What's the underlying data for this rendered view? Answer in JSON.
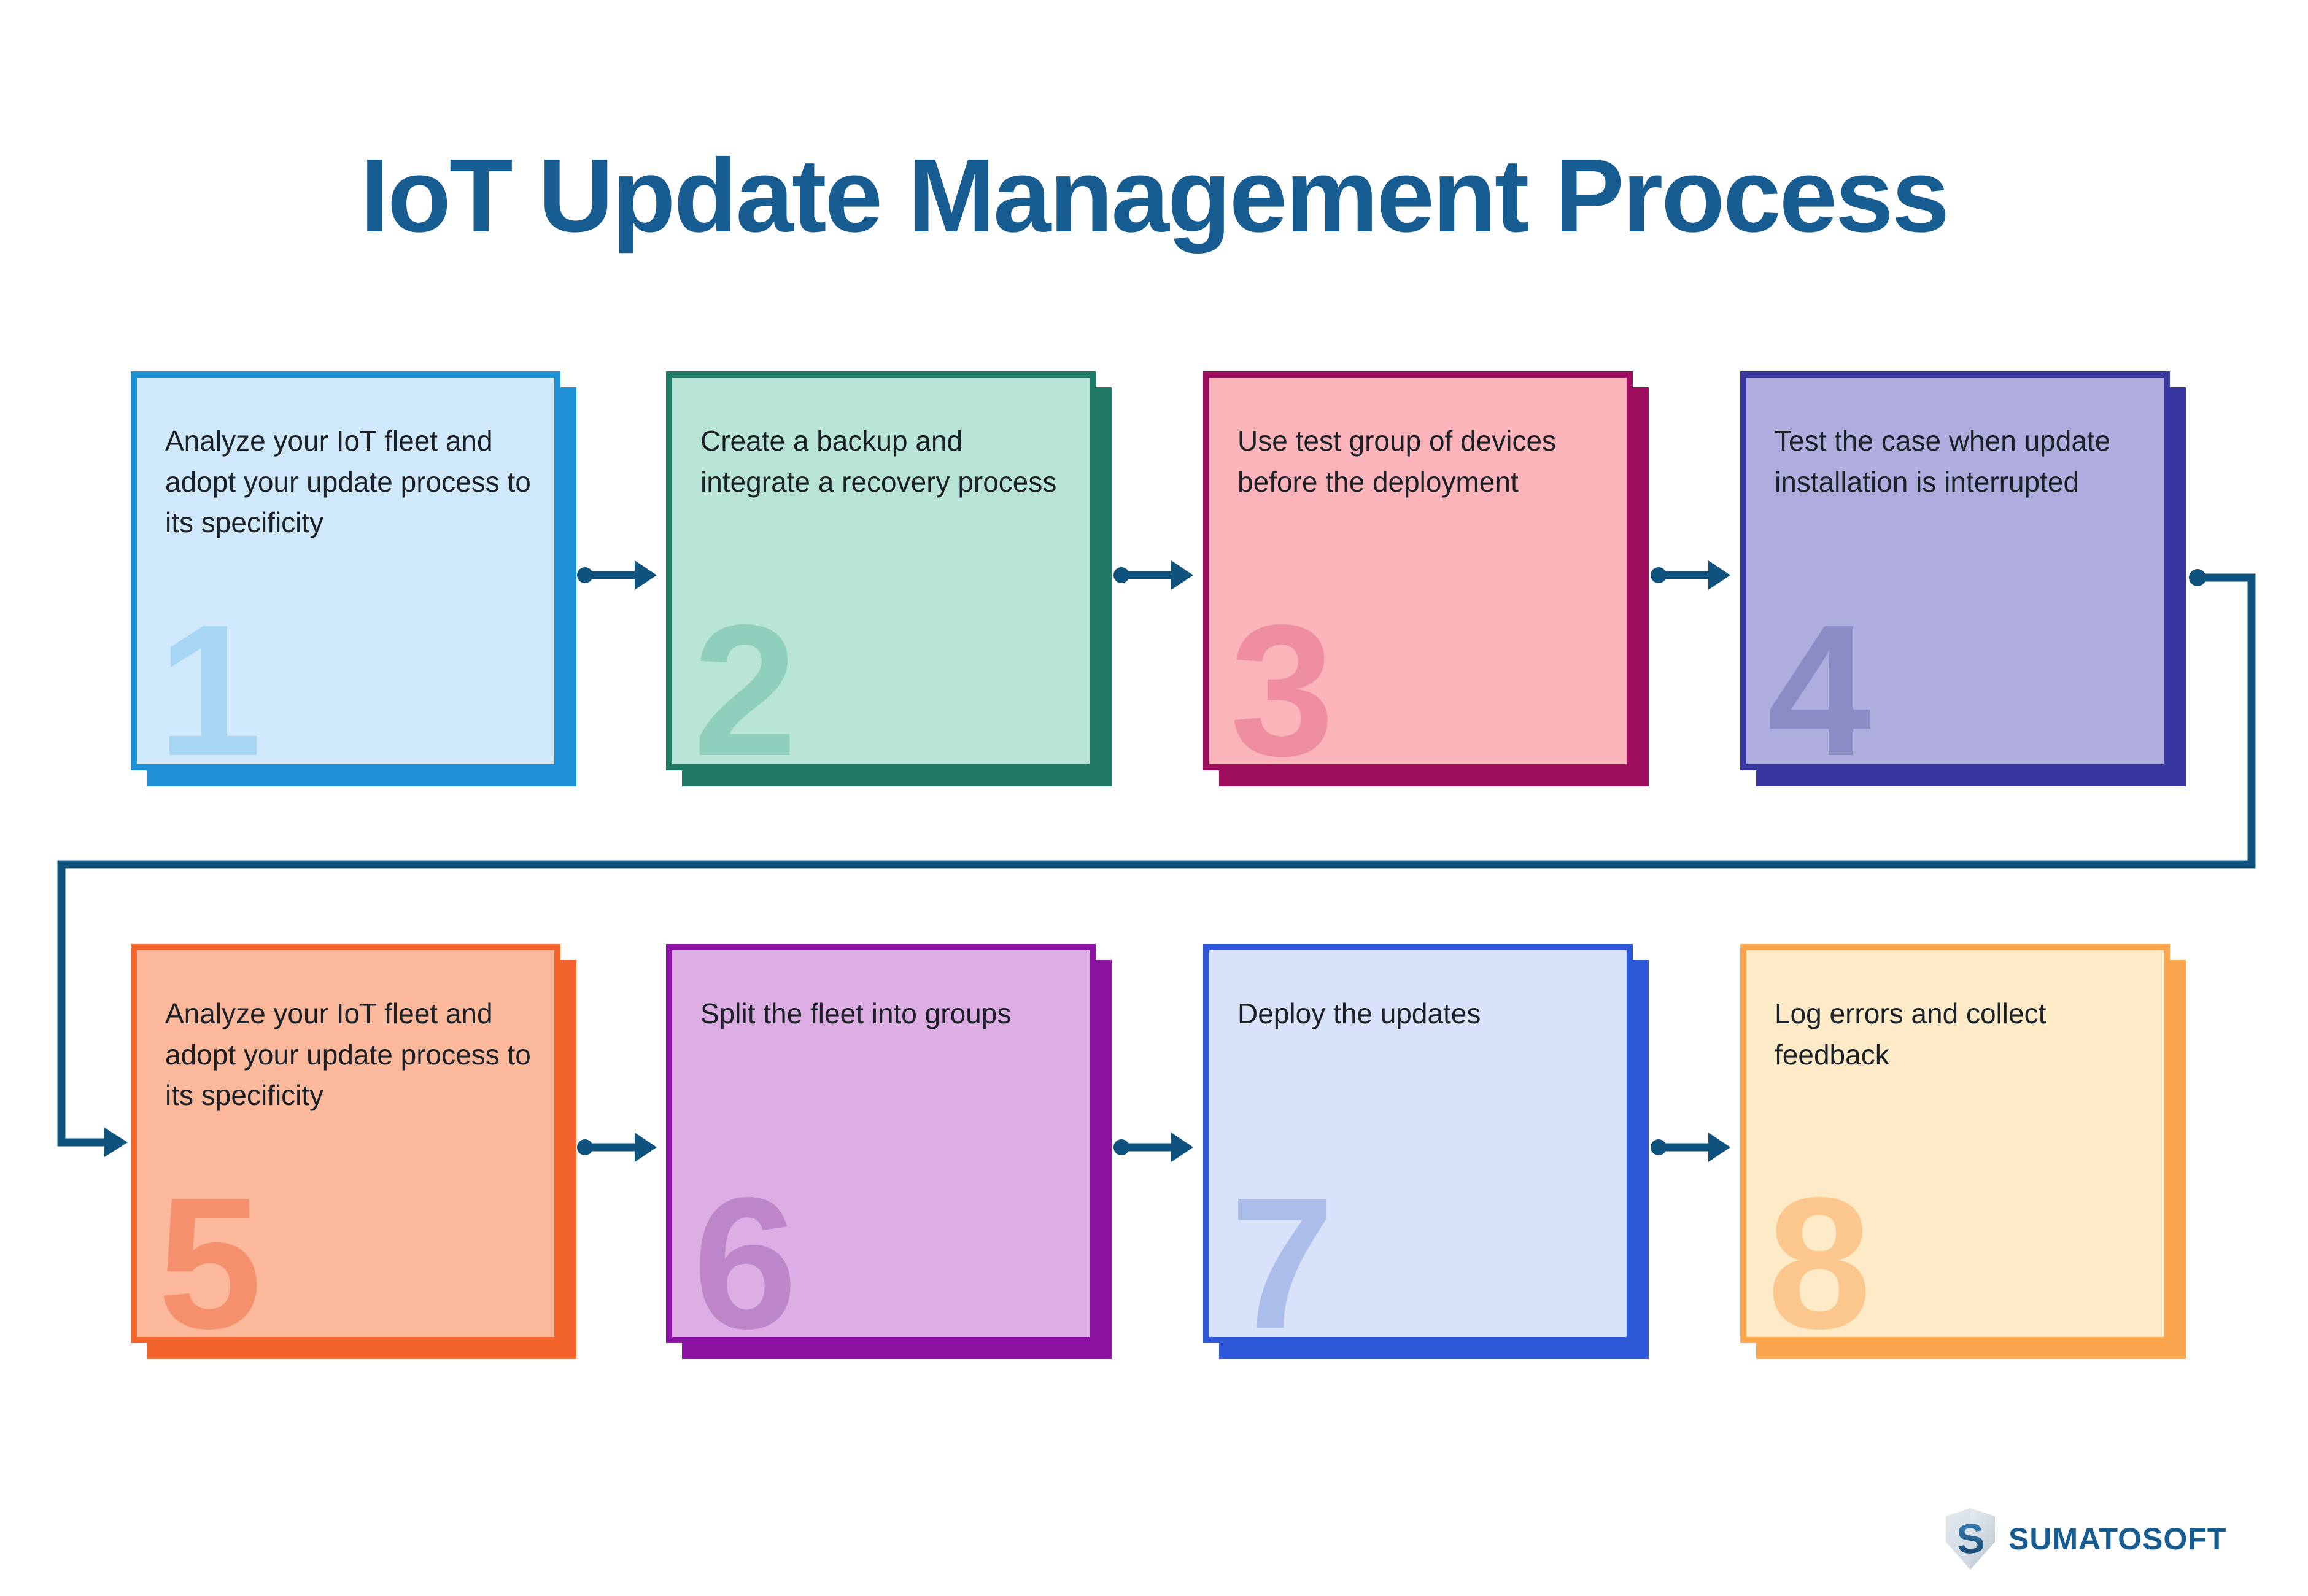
{
  "title": "IoT Update Management Process",
  "colors": {
    "title_text": "#175D92",
    "connector": "#10527E",
    "step_text": "#1A2026"
  },
  "steps": [
    {
      "number": "1",
      "text": "Analyze your IoT fleet and adopt your update process to its specificity",
      "fill": "#CFE9FB",
      "border": "#1E90D6",
      "number_color": "#A6D6F3"
    },
    {
      "number": "2",
      "text": "Create a backup and integrate a recovery process",
      "fill": "#B9E5D9",
      "border": "#207A66",
      "number_color": "#8ECFBD"
    },
    {
      "number": "3",
      "text": "Use test group of devices before the deployment",
      "fill": "#FBB5BA",
      "border": "#9F0D5F",
      "number_color": "#EF8DA0"
    },
    {
      "number": "4",
      "text": "Test the case when update installation is interrupted",
      "fill": "#AEADDE",
      "border": "#38379F",
      "number_color": "#8C8BC4"
    },
    {
      "number": "5",
      "text": "Analyze your IoT fleet and adopt your update process to its specificity",
      "fill": "#FCB89B",
      "border": "#F2642C",
      "number_color": "#F4906C"
    },
    {
      "number": "6",
      "text": "Split the fleet into groups",
      "fill": "#DCAEE3",
      "border": "#8D13A2",
      "number_color": "#BD86C8"
    },
    {
      "number": "7",
      "text": "Deploy the updates",
      "fill": "#D8E2F8",
      "border": "#2C57D6",
      "number_color": "#ABBDE9"
    },
    {
      "number": "8",
      "text": "Log errors and collect feedback",
      "fill": "#FDEAC7",
      "border": "#F9A54D",
      "number_color": "#FCC78D"
    }
  ],
  "logo": {
    "name": "SUMATOSOFT",
    "shield_icon": "shield-s-icon",
    "text_color": "#175D92",
    "shield_light": "#F4F7FA",
    "shield_mid": "#B9C6D2",
    "shield_s_top": "#3A85C0",
    "shield_s_bottom": "#153F63"
  }
}
